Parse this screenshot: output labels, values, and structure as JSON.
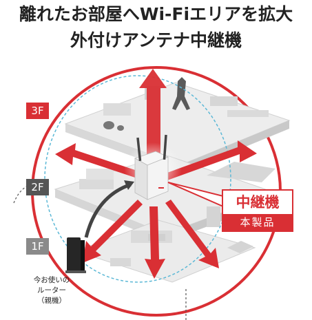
{
  "header": {
    "line1": "離れたお部屋へWi-Fiエリアを拡大",
    "line2": "外付けアンテナ中継機"
  },
  "floors": [
    {
      "label": "3F",
      "color": "#d92f34"
    },
    {
      "label": "2F",
      "color": "#555555"
    },
    {
      "label": "1F",
      "color": "#8a8a8a"
    }
  ],
  "router": {
    "label_lines": [
      "今お使いの",
      "ルーター",
      "（親機）"
    ]
  },
  "callout": {
    "main": "中継機",
    "sub": "本製品"
  },
  "colors": {
    "accent": "#d92f34",
    "dashed_circle": "#5bb8d6",
    "floor_fill": "#ececec"
  }
}
